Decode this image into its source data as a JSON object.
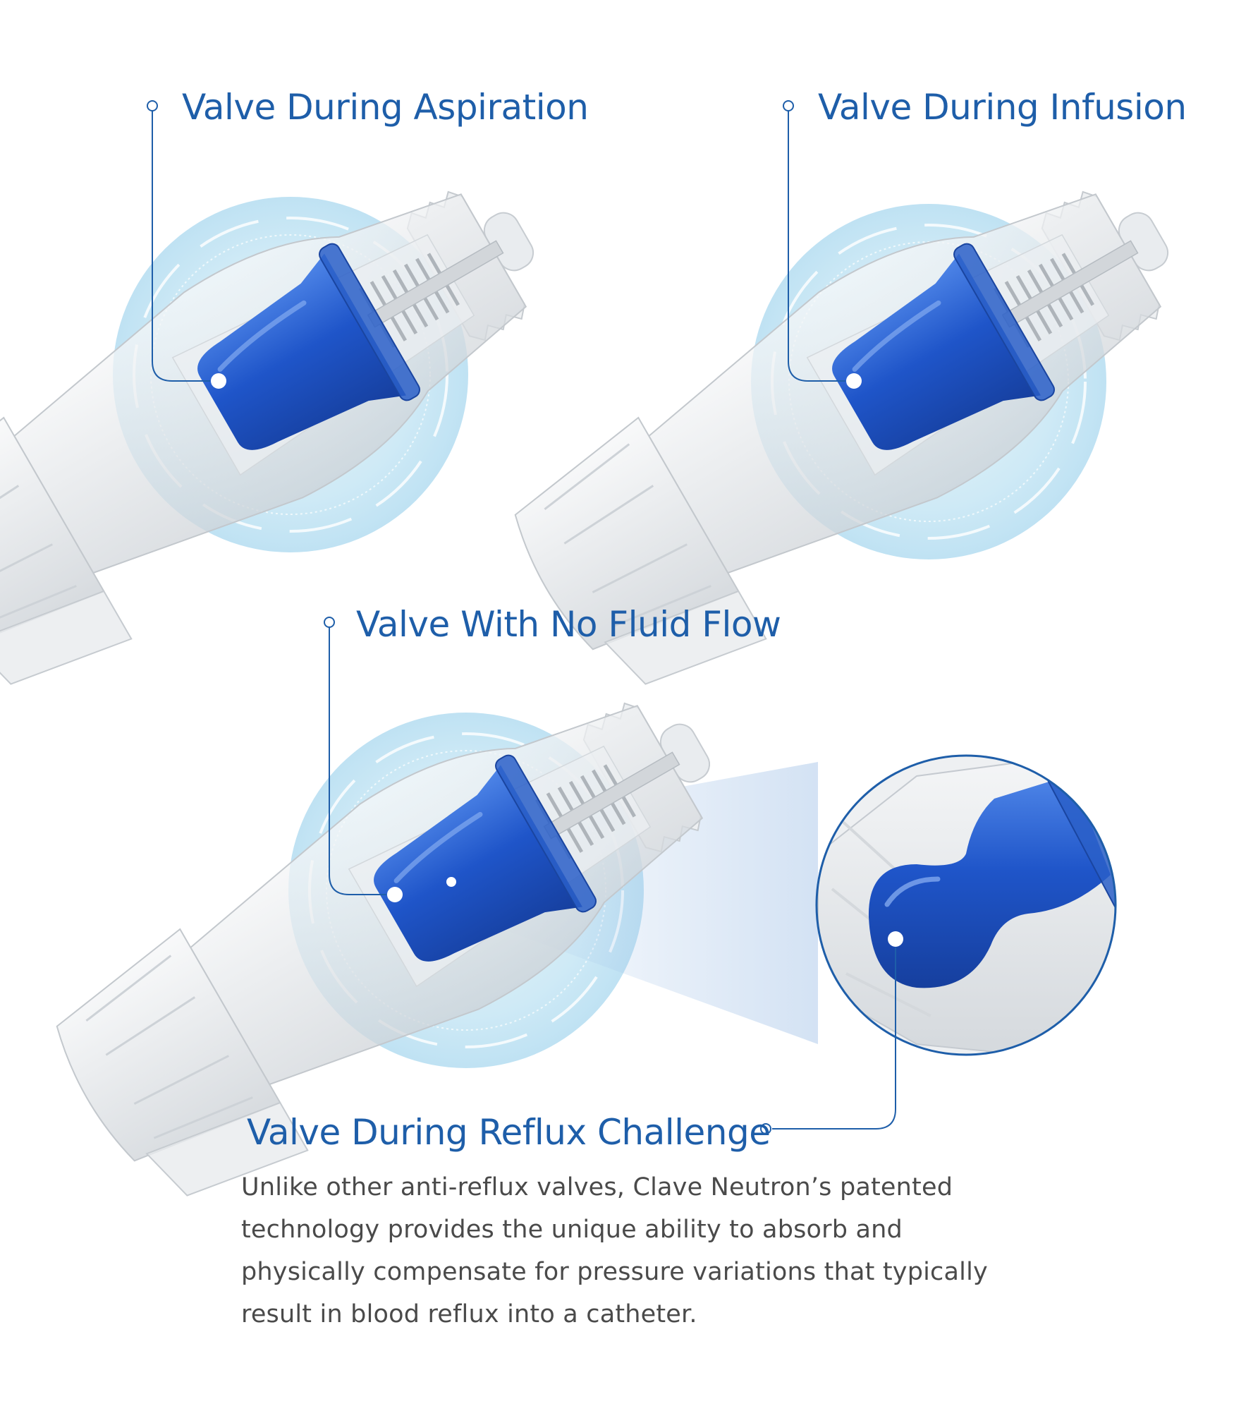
{
  "colors": {
    "accent": "#1e5ea9",
    "valve_blue": "#1c4fc2",
    "halo": "#cfeaf6",
    "body_text": "#4a4a4a"
  },
  "labels": {
    "aspiration": "Valve During Aspiration",
    "infusion": "Valve During Infusion",
    "no_flow": "Valve With No Fluid Flow",
    "reflux": "Valve During Reflux Challenge"
  },
  "description": "Unlike other anti-reflux valves, Clave Neutron’s patented technology provides the unique ability to absorb and physically compensate for pressure variations that typically result in blood reflux into a catheter."
}
